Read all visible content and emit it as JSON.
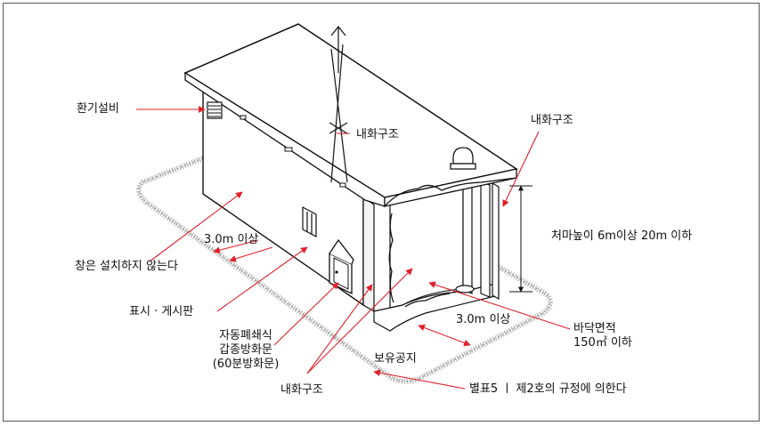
{
  "labels": {
    "ventilation": "환기설비",
    "fireproof_top": "내화구조",
    "fireproof_right": "내화구조",
    "eaves_height": "처마높이 6m이상 20m 이하",
    "setback_left": "3.0m 이상",
    "no_windows": "창은 설치하지 않는다",
    "signboard": "표시 · 게시판",
    "door_line1": "자동폐쇄식",
    "door_line2": "갑종방화문",
    "door_line3": "(60분방화문)",
    "fireproof_bottom": "내화구조",
    "setback_right": "3.0m 이상",
    "floor_area_line1": "바닥면적",
    "floor_area_line2": "150㎡ 이하",
    "reserved_land": "보유공지",
    "regulation": "별표5  ㅣ  제2호의 규정에 의한다"
  },
  "colors": {
    "arrow": "#e0202a",
    "line": "#111111",
    "stipple": "#bdbdbd"
  }
}
